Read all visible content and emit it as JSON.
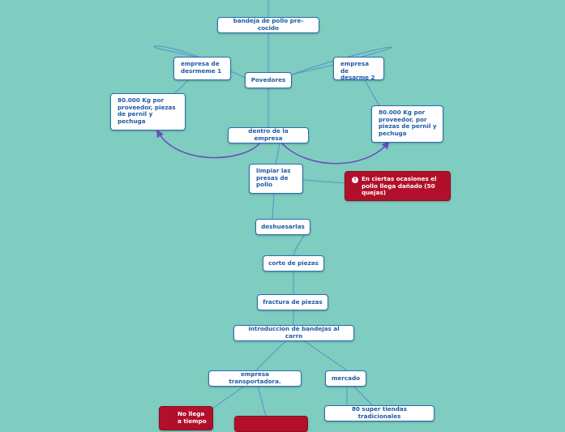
{
  "diagram": {
    "nodes": {
      "bandeja": "bandeja de pollo pre-cocido",
      "proveedores": "Povedores",
      "empresa1": "empresa de desrmeme 1",
      "empresa2": "empresa de desarme 2",
      "kg1": "80.000 Kg por proveedor,  piezas de pernil y pechuga",
      "kg2": "80.000 Kg por proveedor,  por piezas de pernil y pechuga",
      "dentro": "dentro de la empresa",
      "limpiar": "limpiar las presas de pollo",
      "danado": "En ciertas ocasiones el pollo llega dañado (50 quejas)",
      "deshuesarlas": "deshuesarlas",
      "corte": "corte de piezas",
      "fractura": "fractura de piezas",
      "introduccion": "introduccion de bandejas al carro",
      "transportadora": "empresa transportadora.",
      "mercado": "mercado",
      "tiendas": "80 super tiendas tradicionales",
      "no_llega": "No llega a tiempo"
    },
    "icons": {
      "warning": "warning-icon"
    },
    "colors": {
      "background": "#7ecdc0",
      "node_border": "#2a6fb3",
      "node_text": "#1f5aa6",
      "alert": "#b2102a",
      "connector": "#5b7fc4",
      "curve": "#6a4fc0"
    }
  }
}
